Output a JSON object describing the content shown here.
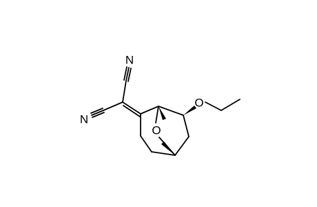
{
  "molecule": {
    "atoms": {
      "n_top": "N",
      "n_left": "N",
      "o_bridge": "O",
      "o_ethoxy": "O"
    }
  },
  "colors": {
    "bond": "#000000",
    "background": "#ffffff"
  }
}
